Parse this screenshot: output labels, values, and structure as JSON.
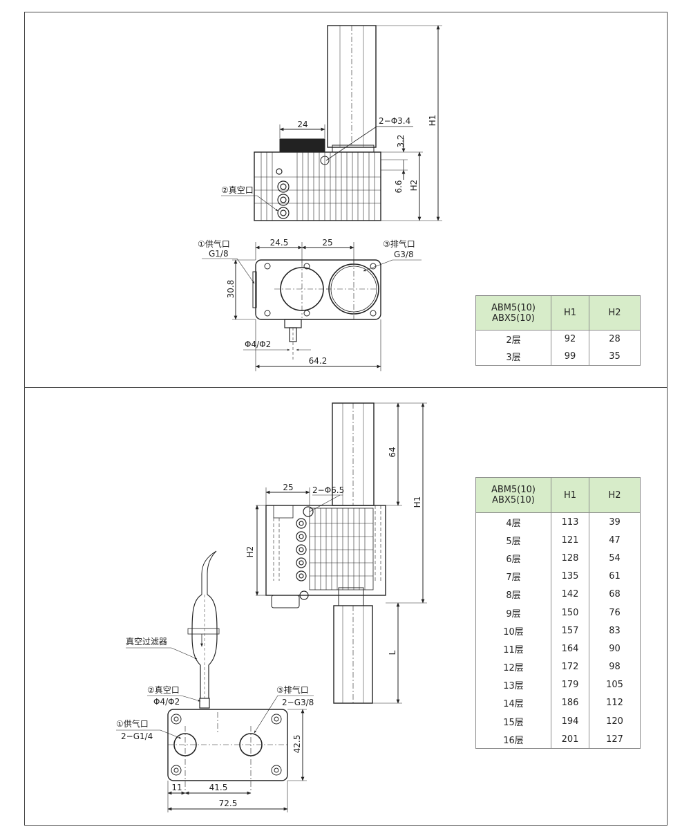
{
  "top_drawing": {
    "dims": {
      "d24": "24",
      "hole": "2−Φ3.4",
      "d3_2": "3.2",
      "d6_6": "6.6",
      "h1": "H1",
      "h2": "H2",
      "d24_5": "24.5",
      "d25": "25",
      "d30_8": "30.8",
      "phi": "Φ4/Φ2",
      "d64_2": "64.2"
    },
    "ports": {
      "vacuum": "②真空口",
      "supply": "①供气口",
      "supply_thread": "G1/8",
      "exhaust": "③排气口",
      "exhaust_thread": "G3/8"
    }
  },
  "table1": {
    "header": {
      "model_line1": "ABM5(10)",
      "model_line2": "ABX5(10)",
      "h1": "H1",
      "h2": "H2"
    },
    "rows": [
      {
        "layer": "2层",
        "h1": "92",
        "h2": "28"
      },
      {
        "layer": "3层",
        "h1": "99",
        "h2": "35"
      }
    ]
  },
  "bottom_drawing": {
    "dims": {
      "d25": "25",
      "hole": "2−Φ6.5",
      "d64": "64",
      "h1": "H1",
      "h2": "H2",
      "l": "L",
      "d42_5": "42.5",
      "d11": "11",
      "d41_5": "41.5",
      "d72_5": "72.5"
    },
    "labels": {
      "filter": "真空过滤器",
      "vacuum": "②真空口",
      "vacuum_size": "Φ4/Φ2",
      "exhaust": "③排气口",
      "exhaust_thread": "2−G3/8",
      "supply": "①供气口",
      "supply_thread": "2−G1/4"
    }
  },
  "table2": {
    "header": {
      "model_line1": "ABM5(10)",
      "model_line2": "ABX5(10)",
      "h1": "H1",
      "h2": "H2"
    },
    "rows": [
      {
        "layer": "4层",
        "h1": "113",
        "h2": "39"
      },
      {
        "layer": "5层",
        "h1": "121",
        "h2": "47"
      },
      {
        "layer": "6层",
        "h1": "128",
        "h2": "54"
      },
      {
        "layer": "7层",
        "h1": "135",
        "h2": "61"
      },
      {
        "layer": "8层",
        "h1": "142",
        "h2": "68"
      },
      {
        "layer": "9层",
        "h1": "150",
        "h2": "76"
      },
      {
        "layer": "10层",
        "h1": "157",
        "h2": "83"
      },
      {
        "layer": "11层",
        "h1": "164",
        "h2": "90"
      },
      {
        "layer": "12层",
        "h1": "172",
        "h2": "98"
      },
      {
        "layer": "13层",
        "h1": "179",
        "h2": "105"
      },
      {
        "layer": "14层",
        "h1": "186",
        "h2": "112"
      },
      {
        "layer": "15层",
        "h1": "194",
        "h2": "120"
      },
      {
        "layer": "16层",
        "h1": "201",
        "h2": "127"
      }
    ]
  }
}
